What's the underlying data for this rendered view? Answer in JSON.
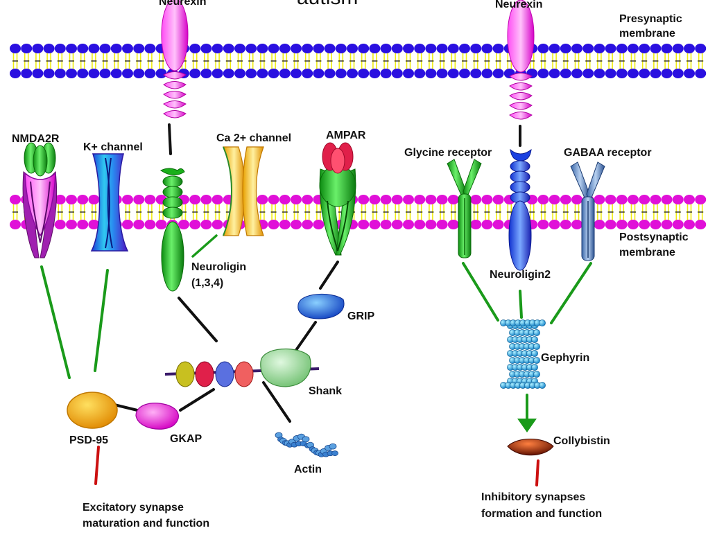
{
  "header_fragment": "autism",
  "membranes": {
    "presynaptic": [
      "Presynaptic",
      "membrane"
    ],
    "postsynaptic": [
      "Postsynaptic",
      "membrane"
    ]
  },
  "labels": {
    "neurexin_left": "Neurexin",
    "neurexin_right": "Neurexin",
    "nmda2r": "NMDA2R",
    "k_channel": "K+ channel",
    "ca_channel": "Ca 2+ channel",
    "ampar": "AMPAR",
    "glycine_receptor": "Glycine receptor",
    "gabaa_receptor": "GABAA receptor",
    "neuroligin_134": [
      "Neuroligin",
      "(1,3,4)"
    ],
    "neuroligin2": "Neuroligin2",
    "grip": "GRIP",
    "gephyrin": "Gephyrin",
    "shank": "Shank",
    "psd95": "PSD-95",
    "gkap": "GKAP",
    "actin": "Actin",
    "collybistin": "Collybistin"
  },
  "outcomes": {
    "excitatory": [
      "Excitatory synapse",
      "maturation and function"
    ],
    "inhibitory": [
      "Inhibitory synapses",
      "formation and function"
    ]
  },
  "colors": {
    "lipid_head_pre": "#2a10e0",
    "lipid_head_post": "#e010d8",
    "lipid_tail": "#f0ec10",
    "link_green": "#1a9a1a",
    "link_black": "#111111",
    "link_red": "#cc1010"
  }
}
